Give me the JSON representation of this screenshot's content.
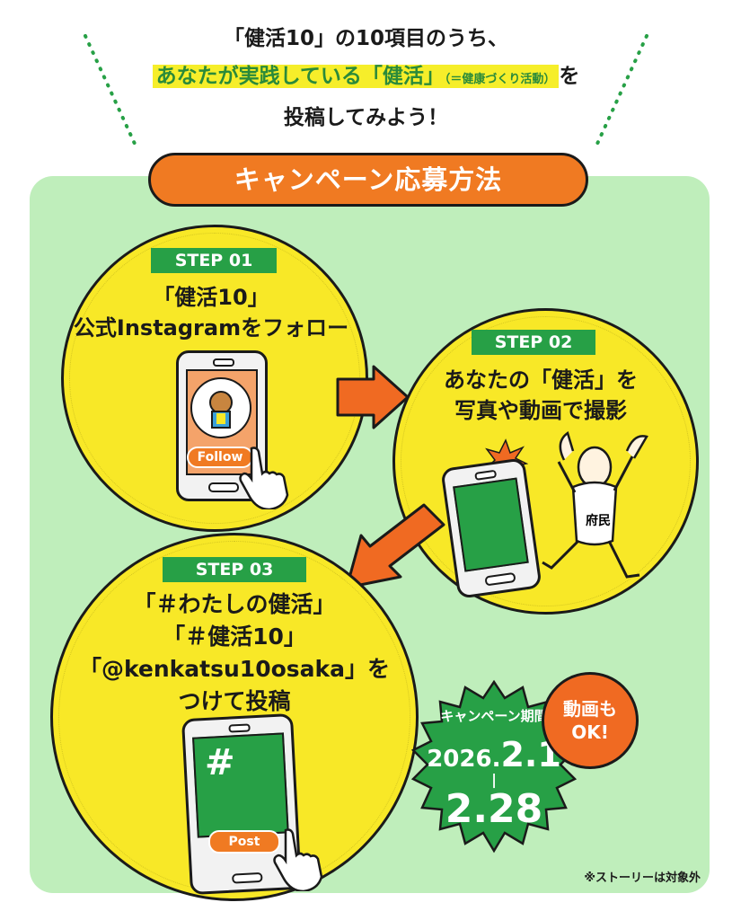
{
  "intro": {
    "line1": "「健活10」の10項目のうち、",
    "line2_highlight": "あなたが実践している「健活」",
    "line2_small": "（＝健康づくり活動）",
    "line2_end": "を",
    "line3": "投稿してみよう！"
  },
  "banner": "キャンペーン応募方法",
  "step1": {
    "label": "STEP 01",
    "line1": "「健活10」",
    "line2": "公式Instagramをフォロー",
    "button": "Follow"
  },
  "step2": {
    "label": "STEP 02",
    "line1": "あなたの「健活」を",
    "line2": "写真や動画で撮影",
    "shirt_text": "府民"
  },
  "step3": {
    "label": "STEP 03",
    "line1": "「＃わたしの健活」",
    "line2": "「＃健活10」",
    "line3": "「@kenkatsu10osaka」を",
    "line4": "つけて投稿",
    "button": "Post",
    "hash": "#"
  },
  "badge": {
    "line1": "動画も",
    "line2": "OK!"
  },
  "period": {
    "title": "キャンペーン期間",
    "start_year": "2026.",
    "start": "2.1",
    "sep": "|",
    "end": "2.28"
  },
  "note": "※ストーリーは対象外",
  "colors": {
    "yellow": "#f8e827",
    "green": "#27a046",
    "orange": "#f07a22",
    "mint": "#bfeebb"
  }
}
